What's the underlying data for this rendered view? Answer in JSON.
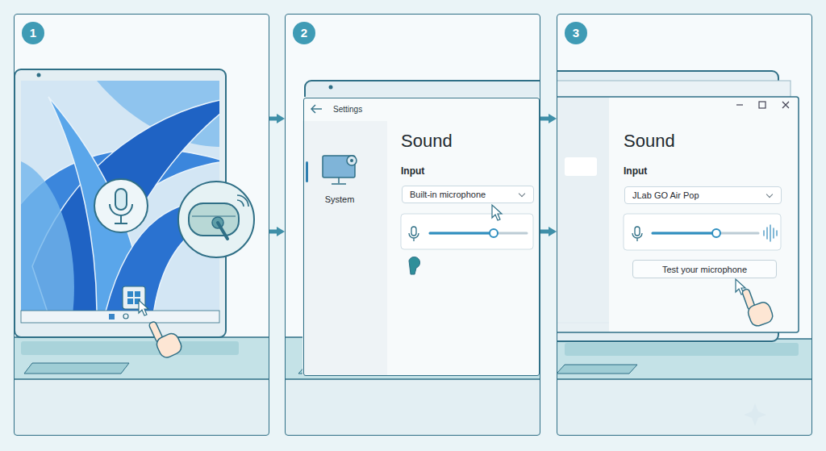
{
  "diagram": {
    "nodes": [
      {
        "text": [
          "1"
        ]
      },
      {
        "text": [
          "2"
        ]
      },
      {
        "text": [
          "Settings"
        ],
        "in": 1
      },
      {
        "text": [
          "Built-in microphone"
        ],
        "in": 2
      },
      {
        "text": [
          "3"
        ]
      },
      {
        "text": [
          "JLab GO Air Pop"
        ],
        "in": 4
      },
      {
        "text": [
          "Test your microphone"
        ],
        "in": 4
      }
    ],
    "edges": [
      {
        "from": 0,
        "to": 1,
        "arrow": "to"
      },
      {
        "from": 0,
        "to": 1,
        "arrow": "to"
      },
      {
        "from": 1,
        "to": 4,
        "arrow": "to"
      },
      {
        "from": 1,
        "to": 4,
        "arrow": "to"
      }
    ],
    "labels": [
      "System",
      "Sound",
      "Input",
      "Sound",
      "Input"
    ]
  }
}
